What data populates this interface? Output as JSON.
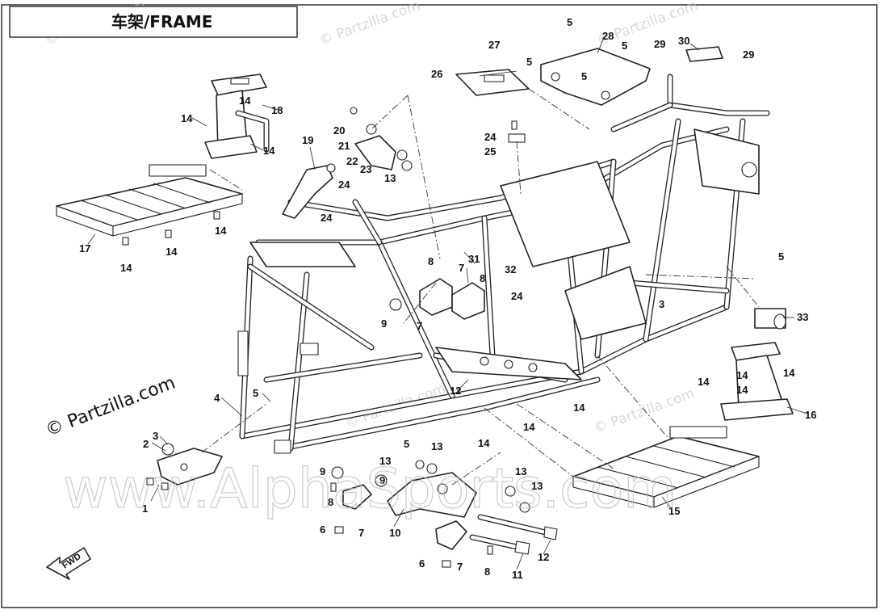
{
  "title": "车架/FRAME",
  "watermark_main": "www.AlphaSports.com",
  "watermark_partzilla": "© Partzilla.com",
  "watermark_partzilla_small": "© Partzilla.com",
  "direction_label": "FWD",
  "callouts": [
    {
      "id": "1",
      "label": "1"
    },
    {
      "id": "2",
      "label": "2"
    },
    {
      "id": "3a",
      "label": "3"
    },
    {
      "id": "3b",
      "label": "3"
    },
    {
      "id": "4",
      "label": "4"
    },
    {
      "id": "5a",
      "label": "5"
    },
    {
      "id": "5b",
      "label": "5"
    },
    {
      "id": "5c",
      "label": "5"
    },
    {
      "id": "5d",
      "label": "5"
    },
    {
      "id": "5e",
      "label": "5"
    },
    {
      "id": "5f",
      "label": "5"
    },
    {
      "id": "5g",
      "label": "5"
    },
    {
      "id": "6a",
      "label": "6"
    },
    {
      "id": "6b",
      "label": "6"
    },
    {
      "id": "7a",
      "label": "7"
    },
    {
      "id": "7b",
      "label": "7"
    },
    {
      "id": "7c",
      "label": "7"
    },
    {
      "id": "7d",
      "label": "7"
    },
    {
      "id": "8a",
      "label": "8"
    },
    {
      "id": "8b",
      "label": "8"
    },
    {
      "id": "8c",
      "label": "8"
    },
    {
      "id": "8d",
      "label": "8"
    },
    {
      "id": "9a",
      "label": "9"
    },
    {
      "id": "9b",
      "label": "9"
    },
    {
      "id": "9c",
      "label": "9"
    },
    {
      "id": "10",
      "label": "10"
    },
    {
      "id": "11",
      "label": "11"
    },
    {
      "id": "12a",
      "label": "12"
    },
    {
      "id": "12b",
      "label": "12"
    },
    {
      "id": "13a",
      "label": "13"
    },
    {
      "id": "13b",
      "label": "13"
    },
    {
      "id": "13c",
      "label": "13"
    },
    {
      "id": "13d",
      "label": "13"
    },
    {
      "id": "13e",
      "label": "13"
    },
    {
      "id": "14a",
      "label": "14"
    },
    {
      "id": "14b",
      "label": "14"
    },
    {
      "id": "14c",
      "label": "14"
    },
    {
      "id": "14d",
      "label": "14"
    },
    {
      "id": "14e",
      "label": "14"
    },
    {
      "id": "14f",
      "label": "14"
    },
    {
      "id": "14g",
      "label": "14"
    },
    {
      "id": "14h",
      "label": "14"
    },
    {
      "id": "14i",
      "label": "14"
    },
    {
      "id": "14j",
      "label": "14"
    },
    {
      "id": "14k",
      "label": "14"
    },
    {
      "id": "14l",
      "label": "14"
    },
    {
      "id": "14m",
      "label": "14"
    },
    {
      "id": "15",
      "label": "15"
    },
    {
      "id": "16",
      "label": "16"
    },
    {
      "id": "17",
      "label": "17"
    },
    {
      "id": "18",
      "label": "18"
    },
    {
      "id": "19",
      "label": "19"
    },
    {
      "id": "20",
      "label": "20"
    },
    {
      "id": "21",
      "label": "21"
    },
    {
      "id": "22",
      "label": "22"
    },
    {
      "id": "23",
      "label": "23"
    },
    {
      "id": "24a",
      "label": "24"
    },
    {
      "id": "24b",
      "label": "24"
    },
    {
      "id": "24c",
      "label": "24"
    },
    {
      "id": "24d",
      "label": "24"
    },
    {
      "id": "25",
      "label": "25"
    },
    {
      "id": "26",
      "label": "26"
    },
    {
      "id": "27",
      "label": "27"
    },
    {
      "id": "28",
      "label": "28"
    },
    {
      "id": "29a",
      "label": "29"
    },
    {
      "id": "29b",
      "label": "29"
    },
    {
      "id": "30",
      "label": "30"
    },
    {
      "id": "31",
      "label": "31"
    },
    {
      "id": "32",
      "label": "32"
    },
    {
      "id": "33",
      "label": "33"
    }
  ]
}
